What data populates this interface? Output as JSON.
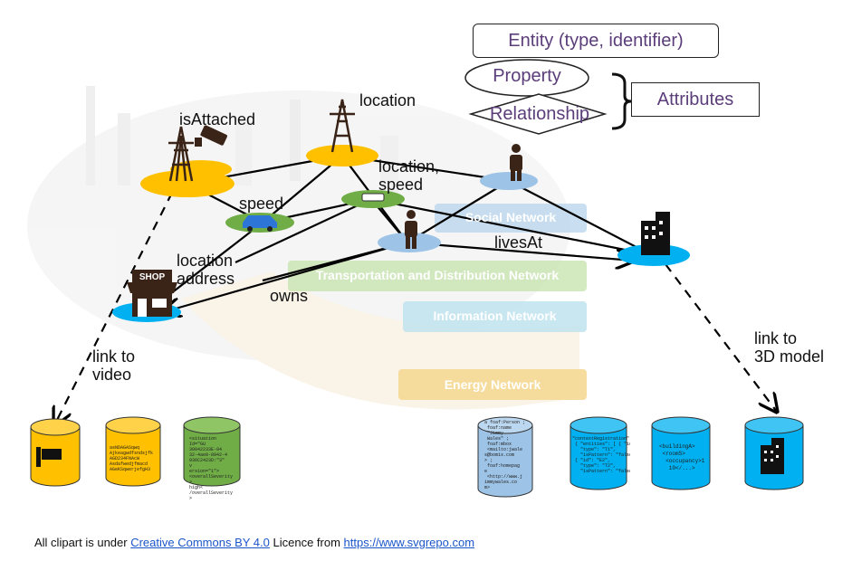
{
  "legend": {
    "entity": "Entity (type, identifier)",
    "property": "Property",
    "relationship": "Relationship",
    "attributes": "Attributes"
  },
  "networks": [
    "Social Network",
    "Transportation and Distribution Network",
    "Information Network",
    "Energy Network"
  ],
  "edge_labels": {
    "isAttached": "isAttached",
    "location_top": "location",
    "location_speed": "location,\nspeed",
    "speed": "speed",
    "lives_at": "livesAt",
    "location_address": "location\naddress",
    "owns": "owns",
    "link_video": "link to\nvideo",
    "link_3d": "link to\n3D model"
  },
  "shop_sign": "SHOP",
  "db_texts": {
    "hash": "asNDAGASqwq\nAjkeagwdfsndsjfk\nAGD234FNAcW\nAsdafwedjfmacd\nAGeKSqwerjefgH3",
    "situation": "<situation\nId=\"GU\n30042233E-04\n32-4ae0-8942-4\n936C2423D:\"3\"\nv\nersion=\"1\">\n<overallSeverity\n>\nhigh<\n/overallSeverity\n>",
    "person": "a foaf:Person ;\n foaf:name\n \"Jimmy\n Wales\" ;\n foaf:mbox\n <mailto:jwale\ns@bomis.com\n> ;\n foaf:homepag\ne\n <http://www.j\nimmywales.co\nm>",
    "context": "\"contextRegistration\": [\n { \"entities\": [ { \"id\": \"E1\",\n   \"type\": \"T1\",\n   \"isPattern\": \"false\" },\n { \"id\": \"E2\",\n   \"type\": \"T2\",\n   \"isPattern\": \"false\" } ],",
    "building": "<buildingA>\n <roomS>\n  <occupancy>1\n   10</...>"
  },
  "footer": {
    "prefix": "All clipart is under ",
    "license": "Creative Commons BY 4.0",
    "middle": " Licence from ",
    "url": "https://www.svgrepo.com"
  },
  "colors": {
    "yellow": "#ffc000",
    "green": "#70ad47",
    "blue": "#00b0f0",
    "light_blue": "#9dc3e6",
    "legend_text": "#5b3d7a"
  }
}
